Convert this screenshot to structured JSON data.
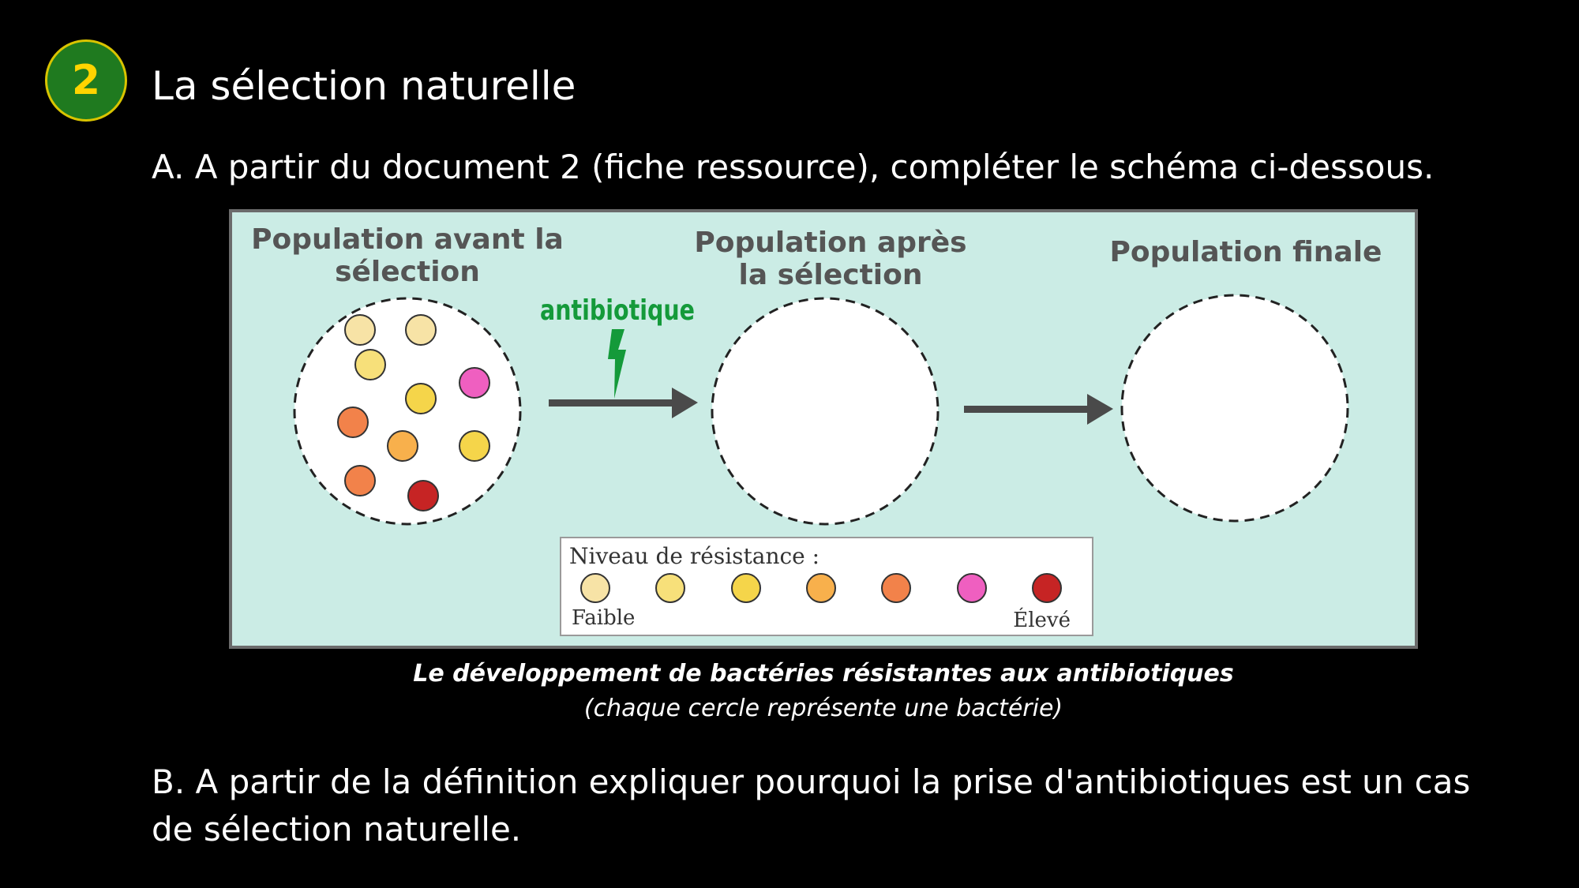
{
  "slide": {
    "number": "2",
    "title": "La sélection naturelle",
    "question_a": "A. A partir du document 2 (fiche ressource), compléter le schéma ci-dessous.",
    "question_b": "B. A partir de la définition expliquer pourquoi la prise d'antibiotiques est un cas de sélection naturelle."
  },
  "figure": {
    "label_before": [
      "Population avant la",
      "sélection"
    ],
    "label_after": [
      "Population après",
      "la sélection"
    ],
    "label_final": "Population finale",
    "antibiotic_label": "antibiotique",
    "legend": {
      "title": "Niveau de résistance :",
      "low": "Faible",
      "high": "Élevé",
      "levels": [
        "#f7e3a6",
        "#f7e07a",
        "#f5d54a",
        "#f8b04c",
        "#f2824a",
        "#ef5fc0",
        "#c62424"
      ]
    },
    "bacteria_colors": {
      "level1": "#f7e3a6",
      "level2": "#f7e07a",
      "level3": "#f5d54a",
      "level4": "#f8b04c",
      "level5": "#f2824a",
      "level6": "#ef5fc0",
      "level7": "#c62424"
    }
  },
  "caption": {
    "line1": "Le développement de bactéries résistantes aux antibiotiques",
    "line2": "(chaque cercle représente une bactérie)"
  }
}
